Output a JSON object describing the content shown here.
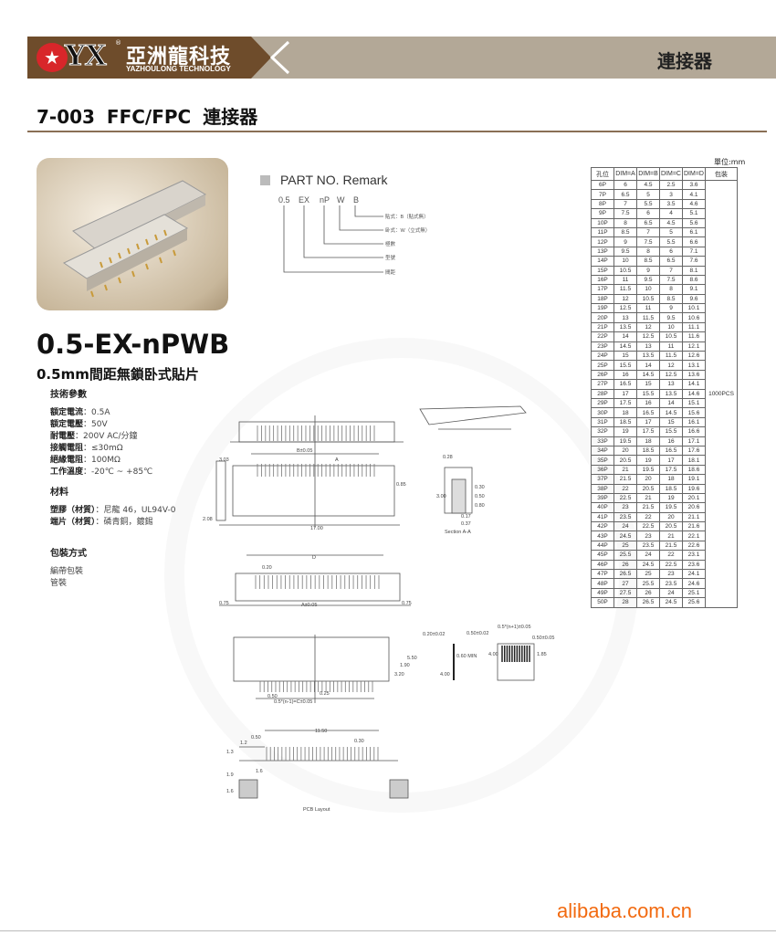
{
  "header": {
    "logo_mark": "★",
    "logo_text": "YX",
    "registered": "®",
    "brand_cn": "亞洲龍科技",
    "brand_en": "YAZHOULONG TECHNOLOGY",
    "category": "連接器"
  },
  "title": "7-003  FFC/FPC 連接器",
  "part_remark": {
    "heading": "PART NO. Remark",
    "codes": [
      "0.5",
      "EX",
      "nP",
      "W",
      "B"
    ],
    "labels": [
      "貼式：B（貼式無）",
      "卧式：W（立式無）",
      "極數",
      "型號",
      "間距"
    ]
  },
  "model": "0.5-EX-nPWB",
  "subtitle": "0.5mm間距無鎖卧式貼片",
  "specs": {
    "heading": "技術參數",
    "items": [
      {
        "k": "額定電流",
        "v": "：0.5A"
      },
      {
        "k": "額定電壓",
        "v": "：50V"
      },
      {
        "k": "耐電壓",
        "v": "：200V AC/分鐘"
      },
      {
        "k": "接觸電阻",
        "v": "：≤30mΩ"
      },
      {
        "k": "絕緣電阻",
        "v": "：100MΩ"
      },
      {
        "k": "工作溫度",
        "v": "：-20℃ ~ +85℃"
      }
    ]
  },
  "materials": {
    "heading": "材料",
    "items": [
      {
        "k": "塑膠（材質）",
        "v": "：尼龍 46，UL94V-0"
      },
      {
        "k": "端片（材質）",
        "v": "：磷青銅，鍍錫"
      }
    ]
  },
  "packing": {
    "heading": "包裝方式",
    "items": [
      "編帶包裝",
      "管裝"
    ]
  },
  "drawing": {
    "top": [
      "B±0.05",
      "17.00",
      "3.03",
      "0.85",
      "2.08",
      "A"
    ],
    "section": [
      "Section A-A",
      "3.00",
      "0.17",
      "0.37",
      "0.50",
      "0.30",
      "0.80",
      "0.28"
    ],
    "bottom": [
      "D",
      "0.20",
      "A±0.05",
      "0.75",
      "0.75",
      "0.50",
      "0.25",
      "0.5*(n-1)=C±0.05",
      "3.20",
      "1.90",
      "5.50",
      "0.20±0.02",
      "4.00",
      "0.60 MIN",
      "0.50±0.02",
      "0.50±0.05",
      "0.5*(n+1)±0.05",
      "4.00",
      "1.85"
    ],
    "pcb": [
      "11.50",
      "0.50",
      "1.2",
      "0.30",
      "1.3",
      "1.9",
      "1.6",
      "1.6",
      "PCB Layout"
    ]
  },
  "table": {
    "units": "單位:mm",
    "headers": [
      "孔位",
      "DIM=A",
      "DIM=B",
      "DIM=C",
      "DIM=D",
      "包裝"
    ],
    "packing": "1000PCS",
    "rows": [
      [
        "6P",
        "6",
        "4.5",
        "2.5",
        "3.6"
      ],
      [
        "7P",
        "6.5",
        "5",
        "3",
        "4.1"
      ],
      [
        "8P",
        "7",
        "5.5",
        "3.5",
        "4.6"
      ],
      [
        "9P",
        "7.5",
        "6",
        "4",
        "5.1"
      ],
      [
        "10P",
        "8",
        "6.5",
        "4.5",
        "5.6"
      ],
      [
        "11P",
        "8.5",
        "7",
        "5",
        "6.1"
      ],
      [
        "12P",
        "9",
        "7.5",
        "5.5",
        "6.6"
      ],
      [
        "13P",
        "9.5",
        "8",
        "6",
        "7.1"
      ],
      [
        "14P",
        "10",
        "8.5",
        "6.5",
        "7.6"
      ],
      [
        "15P",
        "10.5",
        "9",
        "7",
        "8.1"
      ],
      [
        "16P",
        "11",
        "9.5",
        "7.5",
        "8.6"
      ],
      [
        "17P",
        "11.5",
        "10",
        "8",
        "9.1"
      ],
      [
        "18P",
        "12",
        "10.5",
        "8.5",
        "9.6"
      ],
      [
        "19P",
        "12.5",
        "11",
        "9",
        "10.1"
      ],
      [
        "20P",
        "13",
        "11.5",
        "9.5",
        "10.6"
      ],
      [
        "21P",
        "13.5",
        "12",
        "10",
        "11.1"
      ],
      [
        "22P",
        "14",
        "12.5",
        "10.5",
        "11.6"
      ],
      [
        "23P",
        "14.5",
        "13",
        "11",
        "12.1"
      ],
      [
        "24P",
        "15",
        "13.5",
        "11.5",
        "12.6"
      ],
      [
        "25P",
        "15.5",
        "14",
        "12",
        "13.1"
      ],
      [
        "26P",
        "16",
        "14.5",
        "12.5",
        "13.6"
      ],
      [
        "27P",
        "16.5",
        "15",
        "13",
        "14.1"
      ],
      [
        "28P",
        "17",
        "15.5",
        "13.5",
        "14.6"
      ],
      [
        "29P",
        "17.5",
        "16",
        "14",
        "15.1"
      ],
      [
        "30P",
        "18",
        "16.5",
        "14.5",
        "15.6"
      ],
      [
        "31P",
        "18.5",
        "17",
        "15",
        "16.1"
      ],
      [
        "32P",
        "19",
        "17.5",
        "15.5",
        "16.6"
      ],
      [
        "33P",
        "19.5",
        "18",
        "16",
        "17.1"
      ],
      [
        "34P",
        "20",
        "18.5",
        "16.5",
        "17.6"
      ],
      [
        "35P",
        "20.5",
        "19",
        "17",
        "18.1"
      ],
      [
        "36P",
        "21",
        "19.5",
        "17.5",
        "18.6"
      ],
      [
        "37P",
        "21.5",
        "20",
        "18",
        "19.1"
      ],
      [
        "38P",
        "22",
        "20.5",
        "18.5",
        "19.6"
      ],
      [
        "39P",
        "22.5",
        "21",
        "19",
        "20.1"
      ],
      [
        "40P",
        "23",
        "21.5",
        "19.5",
        "20.6"
      ],
      [
        "41P",
        "23.5",
        "22",
        "20",
        "21.1"
      ],
      [
        "42P",
        "24",
        "22.5",
        "20.5",
        "21.6"
      ],
      [
        "43P",
        "24.5",
        "23",
        "21",
        "22.1"
      ],
      [
        "44P",
        "25",
        "23.5",
        "21.5",
        "22.6"
      ],
      [
        "45P",
        "25.5",
        "24",
        "22",
        "23.1"
      ],
      [
        "46P",
        "26",
        "24.5",
        "22.5",
        "23.6"
      ],
      [
        "47P",
        "26.5",
        "25",
        "23",
        "24.1"
      ],
      [
        "48P",
        "27",
        "25.5",
        "23.5",
        "24.6"
      ],
      [
        "49P",
        "27.5",
        "26",
        "24",
        "25.1"
      ],
      [
        "50P",
        "28",
        "26.5",
        "24.5",
        "25.6"
      ]
    ]
  },
  "footer": {
    "watermark": "alibaba.com.cn"
  },
  "colors": {
    "brand": "#6e4c2b",
    "banner": "#b3a897",
    "accent": "#f26a10",
    "logo_red": "#d8262a"
  }
}
